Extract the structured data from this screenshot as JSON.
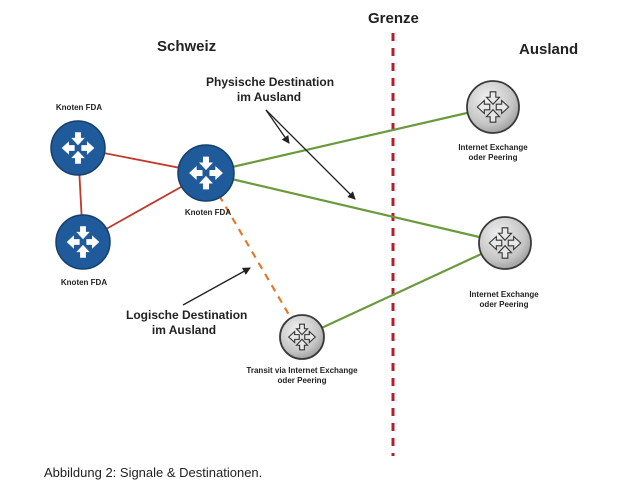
{
  "regions": {
    "left": "Schweiz",
    "border": "Grenze",
    "right": "Ausland"
  },
  "nodes": [
    {
      "id": "fda-1",
      "type": "fda",
      "label": "Knoten FDA"
    },
    {
      "id": "fda-2",
      "type": "fda",
      "label": "Knoten FDA"
    },
    {
      "id": "fda-3",
      "type": "fda",
      "label": "Knoten FDA"
    },
    {
      "id": "ix-1",
      "type": "exchange",
      "label_line1": "Internet Exchange",
      "label_line2": "oder Peering"
    },
    {
      "id": "ix-2",
      "type": "exchange",
      "label_line1": "Internet Exchange",
      "label_line2": "oder Peering"
    },
    {
      "id": "transit",
      "type": "exchange",
      "label_line1": "Transit via Internet Exchange",
      "label_line2": "oder Peering"
    }
  ],
  "edges": [
    {
      "from": "fda-1",
      "to": "fda-3",
      "style": "domestic"
    },
    {
      "from": "fda-1",
      "to": "fda-2",
      "style": "domestic"
    },
    {
      "from": "fda-2",
      "to": "fda-3",
      "style": "domestic"
    },
    {
      "from": "fda-3",
      "to": "ix-1",
      "style": "physical"
    },
    {
      "from": "fda-3",
      "to": "ix-2",
      "style": "physical"
    },
    {
      "from": "transit",
      "to": "ix-2",
      "style": "physical"
    },
    {
      "from": "fda-3",
      "to": "transit",
      "style": "logical-dashed"
    }
  ],
  "annotations": {
    "physical_line1": "Physische Destination",
    "physical_line2": "im Ausland",
    "logical_line1": "Logische Destination",
    "logical_line2": "im Ausland"
  },
  "colors": {
    "fda_node": "#1f5b9a",
    "exchange_node": "#c8c8c8",
    "domestic_link": "#c0392b",
    "physical_link": "#6a9a3c",
    "logical_link": "#e07a2e",
    "border_line": "#b0202a"
  },
  "caption": "Abbildung 2: Signale & Destinationen."
}
